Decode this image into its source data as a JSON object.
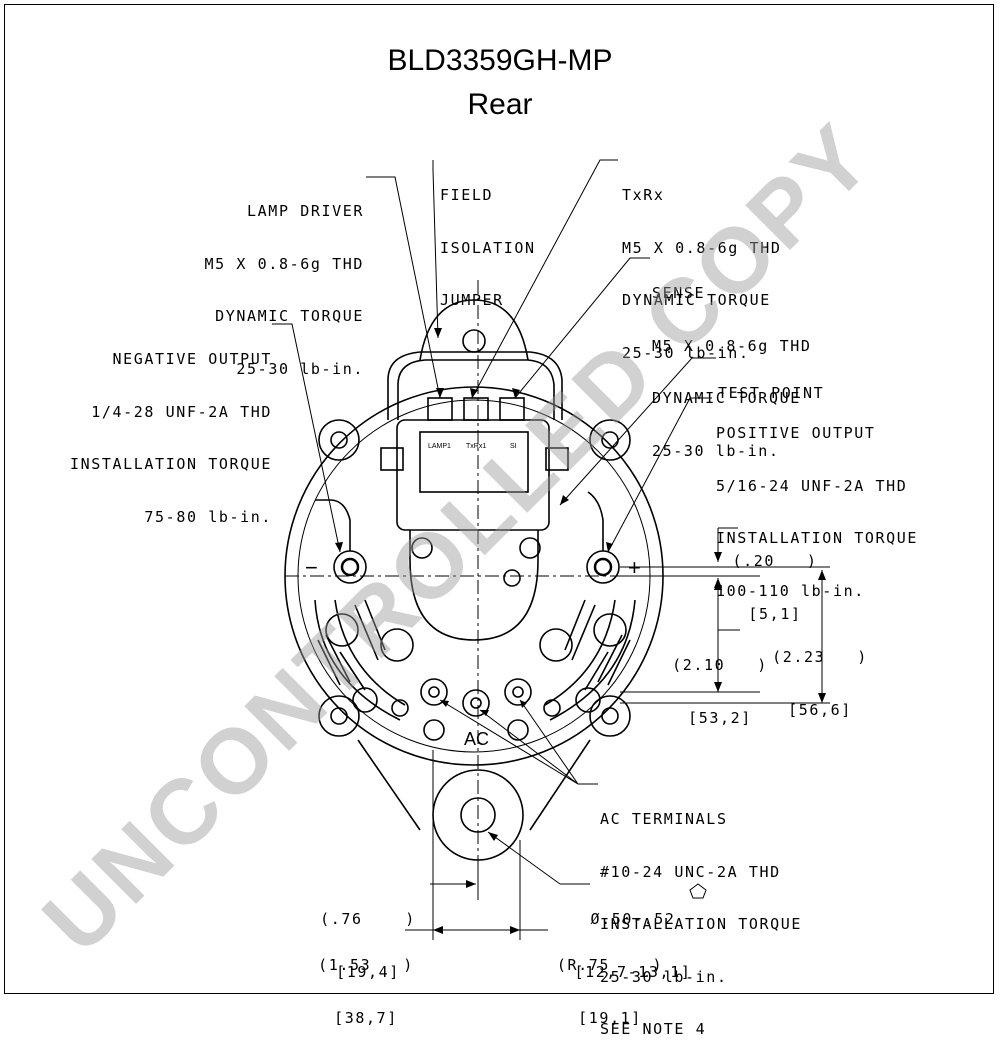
{
  "title": "BLD3359GH-MP",
  "subtitle": "Rear",
  "watermark": "UNCONTROLLED COPY",
  "callouts": {
    "lamp_driver": [
      "LAMP DRIVER",
      "M5 X 0.8-6g THD",
      "DYNAMIC TORQUE",
      "25-30 lb-in."
    ],
    "field_isolation": [
      "FIELD",
      "ISOLATION",
      "JUMPER"
    ],
    "txrx": [
      "TxRx",
      "M5 X 0.8-6g THD",
      "DYNAMIC TORQUE",
      "25-30 lb-in."
    ],
    "sense": [
      "SENSE",
      "M5 X 0.8-6g THD",
      "DYNAMIC TORQUE",
      "25-30 lb-in."
    ],
    "negative_output": [
      "NEGATIVE OUTPUT",
      "1/4-28 UNF-2A THD",
      "INSTALLATION TORQUE",
      "75-80 lb-in."
    ],
    "test_point": [
      "TEST POINT"
    ],
    "positive_output": [
      "POSITIVE OUTPUT",
      "5/16-24 UNF-2A THD",
      "INSTALLATION TORQUE",
      "100-110 lb-in."
    ],
    "ac_terminals": [
      "AC TERMINALS",
      "#10-24 UNC-2A THD",
      "INSTALLATION TORQUE",
      "25-30 lb-in.",
      "SEE NOTE 4"
    ]
  },
  "dimensions": {
    "d020": [
      "(.20   )",
      "[5,1]"
    ],
    "d210": [
      "(2.10   )",
      "[53,2]"
    ],
    "d223": [
      "(2.23   )",
      "[56,6]"
    ],
    "d076": [
      "(.76    )",
      "[19,4]"
    ],
    "d153": [
      "(1.53   )",
      "[38,7]"
    ],
    "hole": [
      "Ø.50-.52",
      "[12,7-13,1]"
    ],
    "radius": [
      "(R.75    )",
      "[19,1]"
    ]
  },
  "terminal_labels": {
    "lamp": "LAMP1",
    "txrx": "TxRx1",
    "si": "SI"
  },
  "symbols": {
    "minus": "−",
    "plus": "+",
    "ac": "AC"
  }
}
